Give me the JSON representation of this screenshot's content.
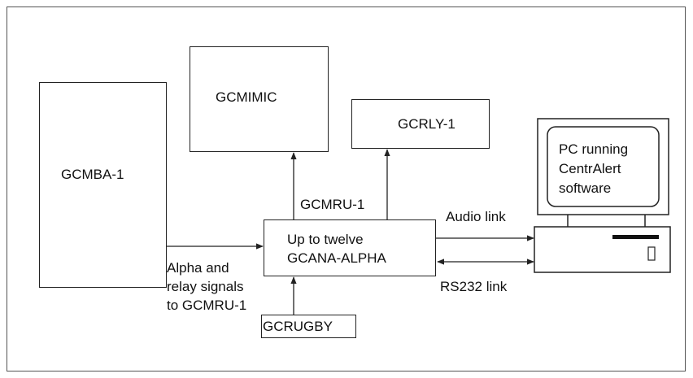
{
  "diagram": {
    "blocks": {
      "gcmba": "GCMBA-1",
      "gcmimic": "GCMIMIC",
      "gcrly": "GCRLY-1",
      "gcmru_title": "GCMRU-1",
      "gcmru_line1": "Up to twelve",
      "gcmru_line2": "GCANA-ALPHA",
      "gcrugby": "GCRUGBY",
      "pc_line1": "PC running",
      "pc_line2": "CentrAlert",
      "pc_line3": "software"
    },
    "links": {
      "signals_line1": "Alpha and",
      "signals_line2": "relay signals",
      "signals_line3": "to GCMRU-1",
      "audio": "Audio link",
      "rs232": "RS232 link"
    }
  }
}
